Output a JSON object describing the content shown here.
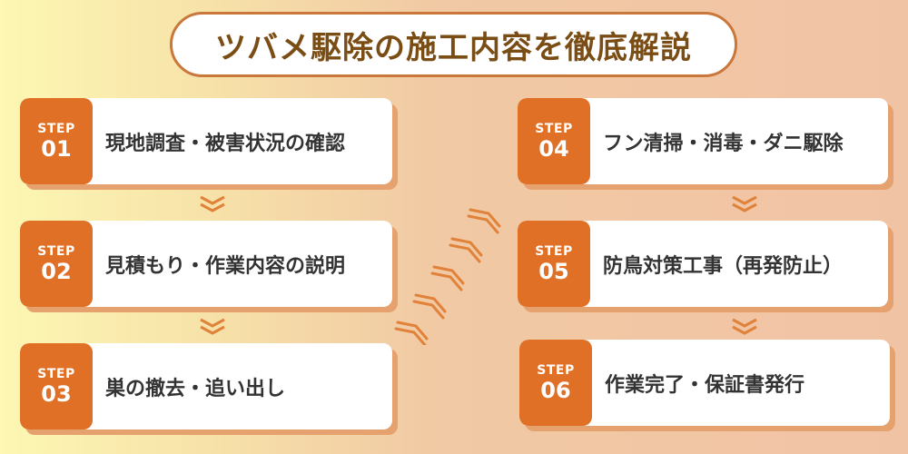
{
  "title": "ツバメ駆除の施工内容を徹底解説",
  "colors": {
    "accent": "#e07026",
    "title_border": "#c9773a",
    "title_text": "#7a4d15",
    "card_shadow": "#e5a26f",
    "arrow": "#e0823a"
  },
  "steps": [
    {
      "word": "STEP",
      "num": "01",
      "label": "現地調査・被害状況の確認"
    },
    {
      "word": "STEP",
      "num": "02",
      "label": "見積もり・作業内容の説明"
    },
    {
      "word": "STEP",
      "num": "03",
      "label": "巣の撤去・追い出し"
    },
    {
      "word": "STEP",
      "num": "04",
      "label": "フン清掃・消毒・ダニ駆除"
    },
    {
      "word": "STEP",
      "num": "05",
      "label": "防鳥対策工事（再発防止）"
    },
    {
      "word": "STEP",
      "num": "06",
      "label": "作業完了・保証書発行"
    }
  ],
  "icons": {
    "down_arrow": "double-chevron-down-icon",
    "diagonal_arrow": "double-chevron-up-right-icon"
  }
}
